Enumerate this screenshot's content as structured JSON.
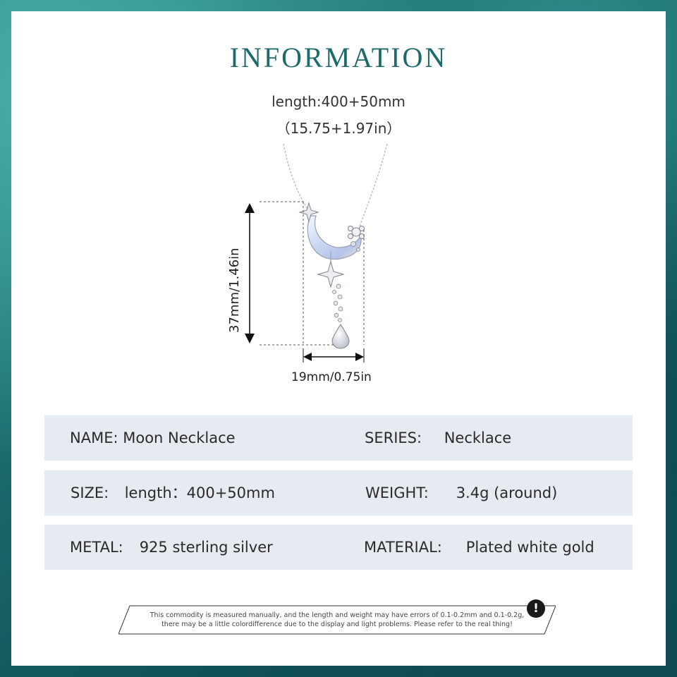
{
  "title": "INFORMATION",
  "dimensions": {
    "length_line1": "length:400+50mm",
    "length_line2": "（15.75+1.97in）",
    "height": "37mm/1.46in",
    "width": "19mm/0.75in"
  },
  "specs": {
    "name_label": "NAME:",
    "name_value": "Moon Necklace",
    "series_label": "SERIES:",
    "series_value": "Necklace",
    "size_label": "SIZE:",
    "size_value": "length：400+50mm",
    "weight_label": "WEIGHT:",
    "weight_value": "3.4g (around)",
    "metal_label": "METAL:",
    "metal_value": "925 sterling silver",
    "material_label": "MATERIAL:",
    "material_value": "Plated white gold"
  },
  "notice": {
    "line1": "This commodity is measured manually, and the length and weight may have errors of 0.1-0.2mm and 0.1-0.2g,",
    "line2": "there may be a little colordifference due to the display and light problems. Please refer to the real thing!",
    "icon": "exclamation-icon"
  },
  "colors": {
    "title": "#1d6a6c",
    "row_background": "#e6ebf1",
    "border_teal": "#1f6f72"
  }
}
